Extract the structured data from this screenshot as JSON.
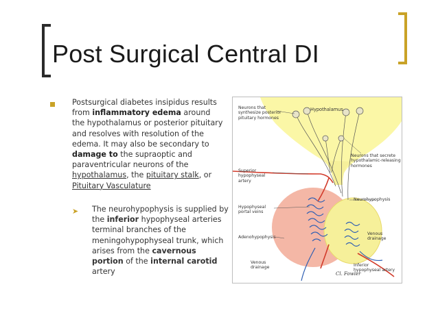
{
  "slide": {
    "title": "Post Surgical Central DI",
    "bullet": {
      "t1": "Postsurgical diabetes insipidus results from ",
      "b1": "inflammatory edema",
      "t2": " around the hypothalamus or posterior pituitary and resolves with resolution of the edema. It may also be secondary to ",
      "b2": "damage to",
      "t3": " the supraoptic and paraventricular neurons of the ",
      "u1": "hypothalamus",
      "t4": ", the ",
      "u2": "pituitary stalk",
      "t5": ", or ",
      "u3": "Pituitary Vasculature"
    },
    "sub_bullet": {
      "t1": "The neurohypophysis is supplied by the ",
      "b1": "inferior",
      "t2": " hypophyseal arteries terminal branches of the meningohypophyseal trunk, which arises from the ",
      "b2": "cavernous portion",
      "t3": " of the ",
      "b3": "internal carotid",
      "t4": " artery"
    },
    "diagram": {
      "labels": {
        "neurons_posterior_1": "Neurons that",
        "neurons_posterior_2": "synthesize posterior",
        "neurons_posterior_3": "pituitary hormones",
        "hypothalamus": "Hypothalamus",
        "neurons_releasing_1": "Neurons that secrete",
        "neurons_releasing_2": "hypothalamic-releasing",
        "neurons_releasing_3": "hormones",
        "superior_artery_1": "Superior",
        "superior_artery_2": "hypophyseal",
        "superior_artery_3": "artery",
        "portal_veins_1": "Hypophyseal",
        "portal_veins_2": "portal veins",
        "neurohypophysis": "Neurohypophysis",
        "adenohypophysis": "Adenohypophysis",
        "venous_drainage_right_1": "Venous",
        "venous_drainage_right_2": "drainage",
        "venous_drainage_left_1": "Venous",
        "venous_drainage_left_2": "drainage",
        "inferior_artery_1": "Inferior",
        "inferior_artery_2": "hypophyseal artery",
        "signature": "Cl. Fowler"
      },
      "colors": {
        "hypothalamus": "#fbf7a6",
        "adenohypophysis": "#f4b7a6",
        "neurohypophysis": "#f6f09a",
        "artery": "#d23a2a",
        "vein": "#2f5fb3"
      }
    }
  },
  "colors": {
    "accent": "#c9a227",
    "text": "#333333"
  }
}
